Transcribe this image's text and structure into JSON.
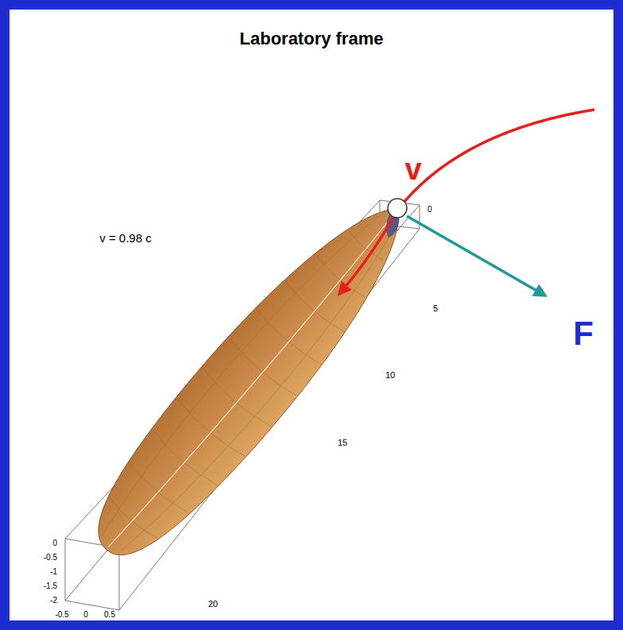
{
  "diagram": {
    "title": "Laboratory frame",
    "labels": [
      "v",
      "F",
      "v = 0.98 c",
      "0",
      "5",
      "10",
      "15",
      "20",
      "0",
      "-0.5",
      "-1",
      "-1.5",
      "-2",
      "-0.5",
      "0",
      "0.5"
    ]
  }
}
